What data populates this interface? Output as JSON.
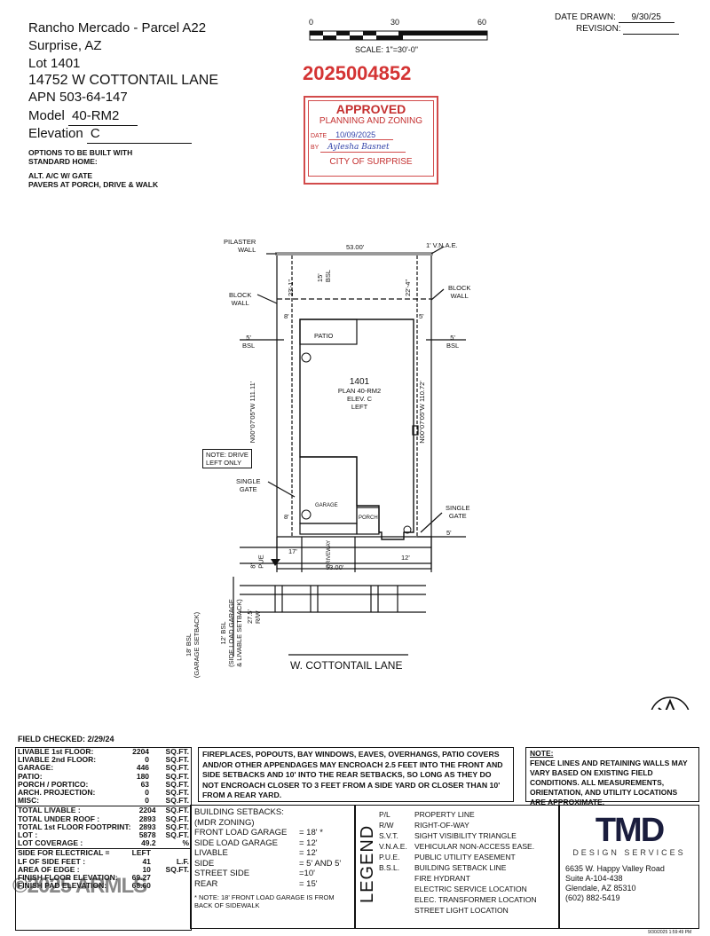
{
  "header": {
    "subdivision": "Rancho Mercado - Parcel A22",
    "city": "Surprise, AZ",
    "lot": "Lot 1401",
    "address": "14752 W COTTONTAIL LANE",
    "apn": "APN  503-64-147",
    "model_label": "Model",
    "model_value": "40-RM2",
    "elevation_label": "Elevation",
    "elevation_value": "C",
    "options_title": "OPTIONS TO BE BUILT WITH STANDARD HOME:",
    "options_list": "ALT. A/C W/ GATE\nPAVERS AT PORCH, DRIVE & WALK"
  },
  "scale": {
    "t0": "0",
    "t30": "30",
    "t60": "60",
    "text": "SCALE:  1\"=30'-0\""
  },
  "dates": {
    "drawn_label": "DATE DRAWN:",
    "drawn_value": "9/30/25",
    "revision_label": "REVISION:"
  },
  "stamp": {
    "number": "2025004852",
    "title": "APPROVED",
    "dept": "PLANNING AND ZONING",
    "date_label": "DATE",
    "date_value": "10/09/2025",
    "by_label": "BY",
    "by_value": "Aylesha Basnet",
    "city": "CITY OF SURPRISE"
  },
  "plan": {
    "pilaster": "PILASTER\nWALL",
    "top_width": "53.00'",
    "vnae": "1' V.N.A.E.",
    "block_left": "BLOCK\nWALL",
    "block_right": "BLOCK\nWALL",
    "rear_bsl": "15'\nBSL",
    "d231": "23'-1\"",
    "d224": "22'-4\"",
    "d8": "8'",
    "d5r": "5'",
    "bsl_left": "5'\nBSL",
    "bsl_right": "5'\nBSL",
    "patio": "PATIO",
    "lot_no": "1401",
    "plan_name": "PLAN 40-RM2",
    "elev": "ELEV. C",
    "left": "LEFT",
    "bearing_left": "N00°07'05\"W 111.11'",
    "bearing_right": "N00°07'05\"W 110.72'",
    "note_drive": "NOTE: DRIVE\nLEFT ONLY",
    "single_gate_l": "SINGLE\nGATE",
    "single_gate_r": "SINGLE\nGATE",
    "garage": "GARAGE",
    "porch": "PORCH",
    "d8b": "8'",
    "d5b": "5'",
    "d17": "17'",
    "d12": "12'",
    "driveway": "DRIVEWAY",
    "bottom_width": "53.00'",
    "pue": "8'\nPUE",
    "rw": "27.5'\nR/W",
    "bsl18": "18' BSL\n(GARAGE SETBACK)",
    "bsl12": "12' BSL\n(SIDE LOAD GARAGE\n& LIVABLE SETBACK)",
    "street": "W. COTTONTAIL LANE"
  },
  "field_checked": "FIELD CHECKED:  2/29/24",
  "stats1": [
    [
      "LIVABLE 1st FLOOR:",
      "2204",
      "SQ.FT."
    ],
    [
      "LIVABLE 2nd FLOOR:",
      "0",
      "SQ.FT."
    ],
    [
      "GARAGE:",
      "446",
      "SQ.FT."
    ],
    [
      "PATIO:",
      "180",
      "SQ.FT."
    ],
    [
      "PORCH  /  PORTICO:",
      "63",
      "SQ.FT."
    ],
    [
      "ARCH. PROJECTION:",
      "0",
      "SQ.FT."
    ],
    [
      "MISC:",
      "0",
      "SQ.FT."
    ]
  ],
  "stats2": [
    [
      "TOTAL LIVABLE :",
      "2204",
      "SQ.FT."
    ],
    [
      "TOTAL UNDER ROOF :",
      "2893",
      "SQ.FT."
    ],
    [
      "TOTAL 1st FLOOR FOOTPRINT:",
      "2893",
      "SQ.FT."
    ],
    [
      "LOT :",
      "5878",
      "SQ.FT."
    ],
    [
      "LOT COVERAGE :",
      "49.2",
      "%"
    ]
  ],
  "stats3": [
    [
      "SIDE FOR ELECTRICAL =",
      "LEFT",
      ""
    ],
    [
      "LF OF SIDE FEET :",
      "41",
      "L.F."
    ],
    [
      "AREA OF EDGE :",
      "10",
      "SQ.FT."
    ],
    [
      "FINISH FLOOR ELEVATION:",
      "69.27",
      ""
    ],
    [
      "FINISH PAD ELEVATION:",
      "68.60",
      ""
    ]
  ],
  "notice": "FIREPLACES, POPOUTS, BAY WINDOWS, EAVES, OVERHANGS, PATIO COVERS AND/OR OTHER APPENDAGES MAY ENCROACH 2.5 FEET INTO THE FRONT AND SIDE SETBACKS AND 10' INTO THE REAR SETBACKS, SO LONG AS THEY DO NOT ENCROACH CLOSER TO 3 FEET FROM A SIDE YARD OR CLOSER THAN 10' FROM A REAR YARD.",
  "note_title": "NOTE:",
  "note_text": "FENCE LINES AND RETAINING WALLS MAY VARY BASED ON EXISTING FIELD CONDITIONS.  ALL MEASUREMENTS, ORIENTATION, AND UTILITY LOCATIONS ARE APPROXIMATE.",
  "setbacks": {
    "title": "BUILDING SETBACKS:",
    "zoning": "(MDR ZONING)",
    "rows": [
      [
        "FRONT LOAD GARAGE",
        "= 18' *"
      ],
      [
        "SIDE LOAD GARAGE",
        "= 12'"
      ],
      [
        "LIVABLE",
        "= 12'"
      ],
      [
        "SIDE",
        "= 5' AND 5'"
      ],
      [
        "STREET SIDE",
        "=10'"
      ],
      [
        "REAR",
        "= 15'"
      ]
    ],
    "note": "* NOTE: 18' FRONT LOAD GARAGE IS FROM BACK OF SIDEWALK"
  },
  "legend": {
    "title": "LEGEND",
    "rows": [
      [
        "P/L",
        "PROPERTY LINE"
      ],
      [
        "R/W",
        "RIGHT-OF-WAY"
      ],
      [
        "S.V.T.",
        "SIGHT VISIBILITY TRIANGLE"
      ],
      [
        "V.N.A.E.",
        "VEHICULAR NON-ACCESS EASE."
      ],
      [
        "P.U.E.",
        "PUBLIC UTILITY EASEMENT"
      ],
      [
        "B.S.L.",
        "BUILDING SETBACK LINE"
      ],
      [
        "",
        "FIRE HYDRANT"
      ],
      [
        "",
        "ELECTRIC SERVICE LOCATION"
      ],
      [
        "",
        "ELEC. TRANSFORMER LOCATION"
      ],
      [
        "",
        "STREET LIGHT LOCATION"
      ]
    ]
  },
  "company": {
    "logo": "TMD",
    "tagline": "DESIGN SERVICES",
    "addr1": "6635 W. Happy Valley Road",
    "addr2": "Suite A-104-438",
    "addr3": "Glendale, AZ 85310",
    "phone": "(602) 882-5419"
  },
  "watermark": "©2025 ARMLS",
  "timestamp": "9/30/2025 1:59:49 PM"
}
